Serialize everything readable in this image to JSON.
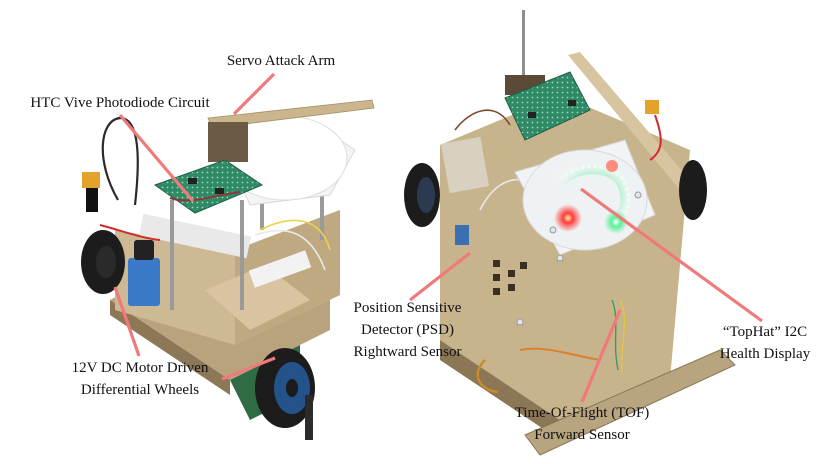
{
  "figure": {
    "left_photo": {
      "description": "Side-angle view of robot",
      "labels": [
        {
          "id": "servo",
          "lines": [
            "Servo Attack Arm"
          ]
        },
        {
          "id": "htc",
          "lines": [
            "HTC Vive Photodiode Circuit"
          ]
        },
        {
          "id": "motor",
          "lines": [
            "12V DC Motor Driven",
            "Differential Wheels"
          ]
        }
      ]
    },
    "right_photo": {
      "description": "Top-down view of robot",
      "labels": [
        {
          "id": "psd",
          "lines": [
            "Position Sensitive",
            "Detector (PSD)",
            "Rightward Sensor"
          ]
        },
        {
          "id": "tof",
          "lines": [
            "Time-Of-Flight (TOF)",
            "Forward Sensor"
          ]
        },
        {
          "id": "tophat",
          "lines": [
            "“TopHat” I2C",
            "Health Display"
          ]
        }
      ]
    },
    "colors": {
      "leader_line": "#f07a7a",
      "wood": "#c9b48e",
      "pcb": "#2e7d5b",
      "wheel": "#1c1c1c",
      "led_green": "#38e07a",
      "led_red": "#ff3b3b"
    }
  }
}
